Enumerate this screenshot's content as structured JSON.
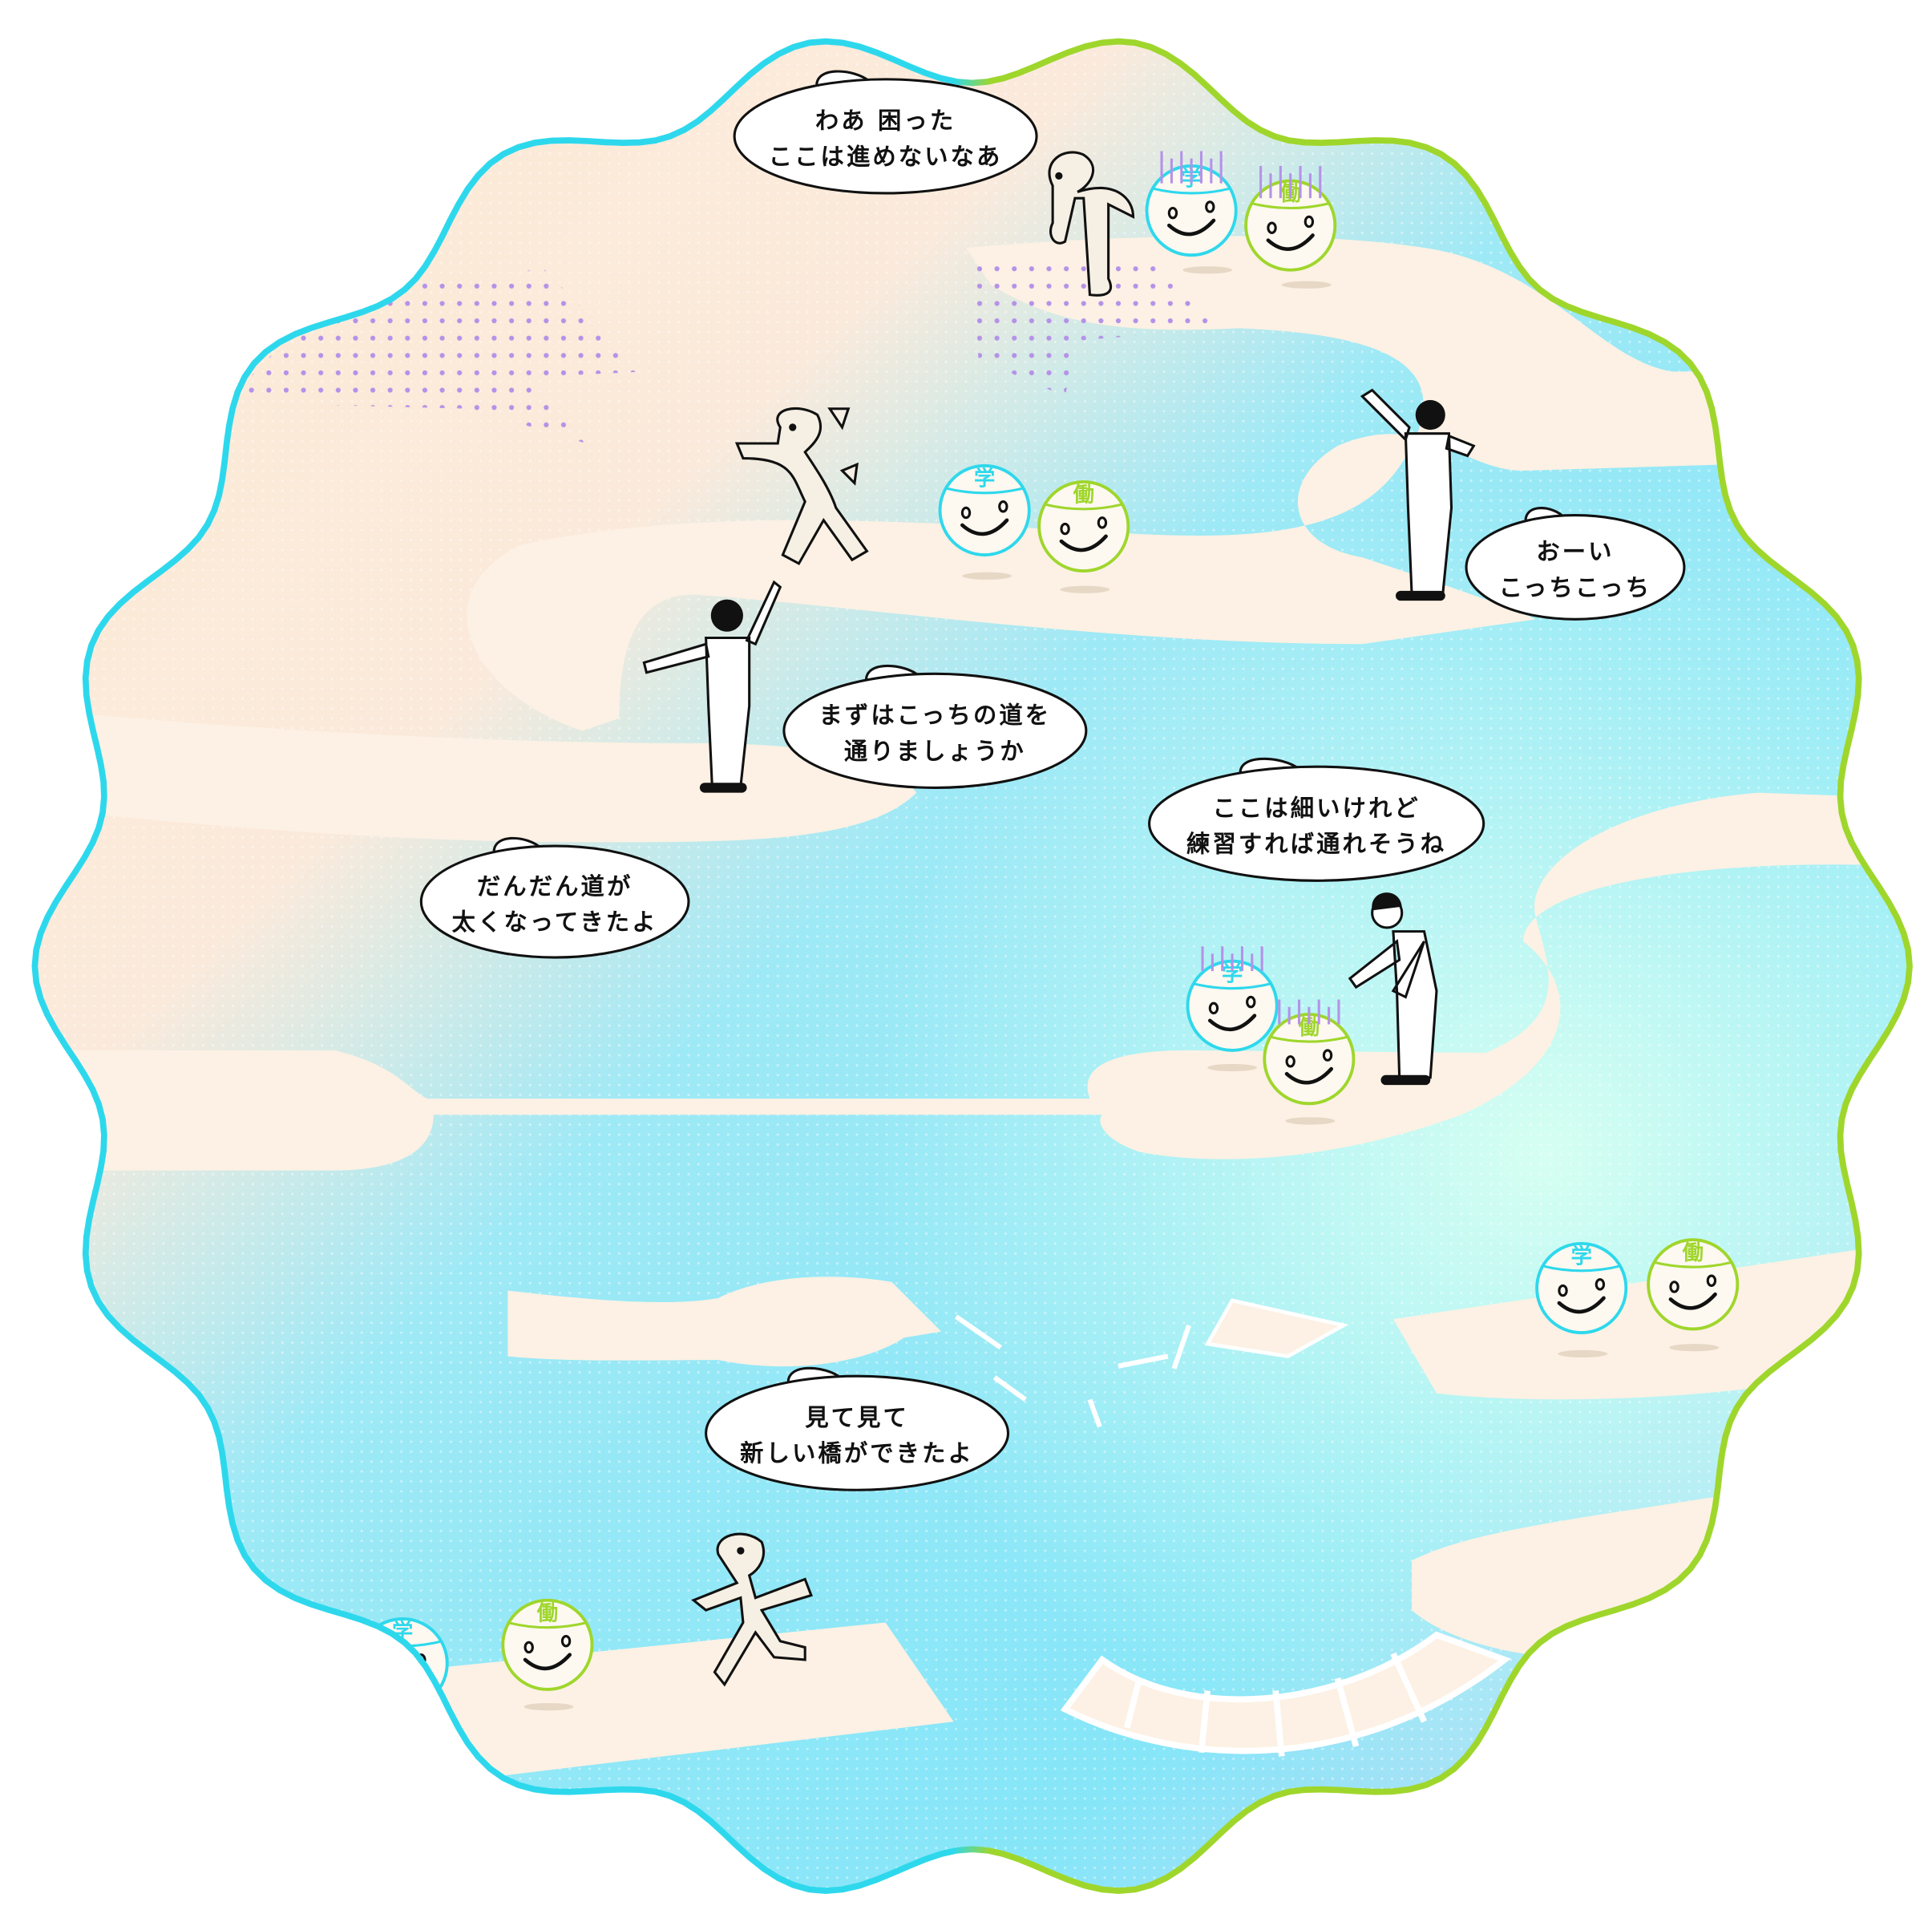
{
  "colors": {
    "cyan": "#2ed8ec",
    "green": "#9fd62c",
    "road": "#fcf1e4",
    "water": "#8ee8f7",
    "peach": "#fde9d6",
    "purple": "#b592e8"
  },
  "labels": {
    "learn": "学",
    "work": "働"
  },
  "bubbles": [
    {
      "lines": [
        "わあ 困った",
        "ここは進めないなあ"
      ]
    },
    {
      "lines": [
        "おーい",
        "こっちこっち"
      ]
    },
    {
      "lines": [
        "まずはこっちの道を",
        "通りましょうか"
      ]
    },
    {
      "lines": [
        "ここは細いけれど",
        "練習すれば通れそうね"
      ]
    },
    {
      "lines": [
        "だんだん道が",
        "太くなってきたよ"
      ]
    },
    {
      "lines": [
        "見て見て",
        "新しい橋ができたよ"
      ]
    }
  ]
}
